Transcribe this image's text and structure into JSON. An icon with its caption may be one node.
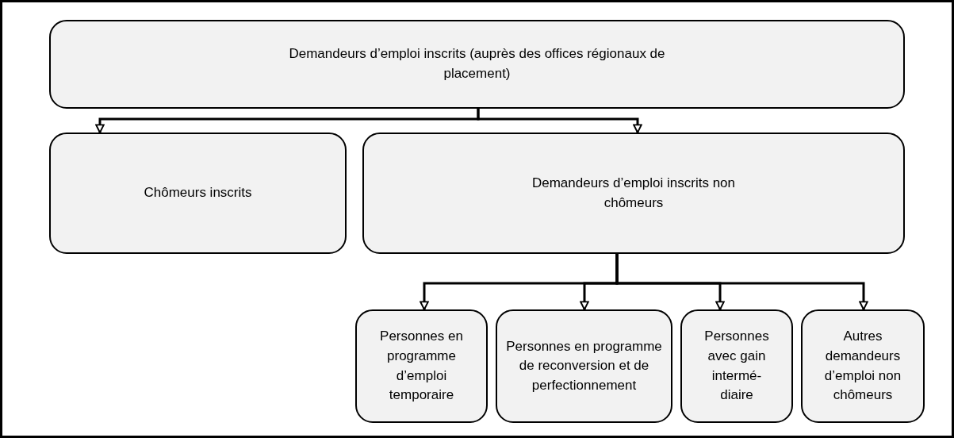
{
  "diagram": {
    "nodes": [
      {
        "text": [
          "Demandeurs d’emploi inscrits (auprès des offices régionaux de placement)"
        ]
      },
      {
        "text": [
          "Chômeurs inscrits"
        ]
      },
      {
        "text": [
          "Demandeurs d’emploi inscrits non chômeurs"
        ]
      },
      {
        "text": [
          "Personnes en programme d’emploi temporaire"
        ]
      },
      {
        "text": [
          "Personnes en programme de reconversion et de perfectionnement"
        ]
      },
      {
        "text": [
          "Personnes avec gain intermé-diaire"
        ]
      },
      {
        "text": [
          "Autres demandeurs d’emploi non chômeurs"
        ]
      }
    ],
    "edges": [
      {
        "from": 0,
        "to": 1,
        "arrow": "to"
      },
      {
        "from": 0,
        "to": 2,
        "arrow": "to"
      },
      {
        "from": 2,
        "to": 3,
        "arrow": "to"
      },
      {
        "from": 2,
        "to": 4,
        "arrow": "to"
      },
      {
        "from": 2,
        "to": 5,
        "arrow": "to"
      },
      {
        "from": 2,
        "to": 6,
        "arrow": "to"
      }
    ]
  }
}
